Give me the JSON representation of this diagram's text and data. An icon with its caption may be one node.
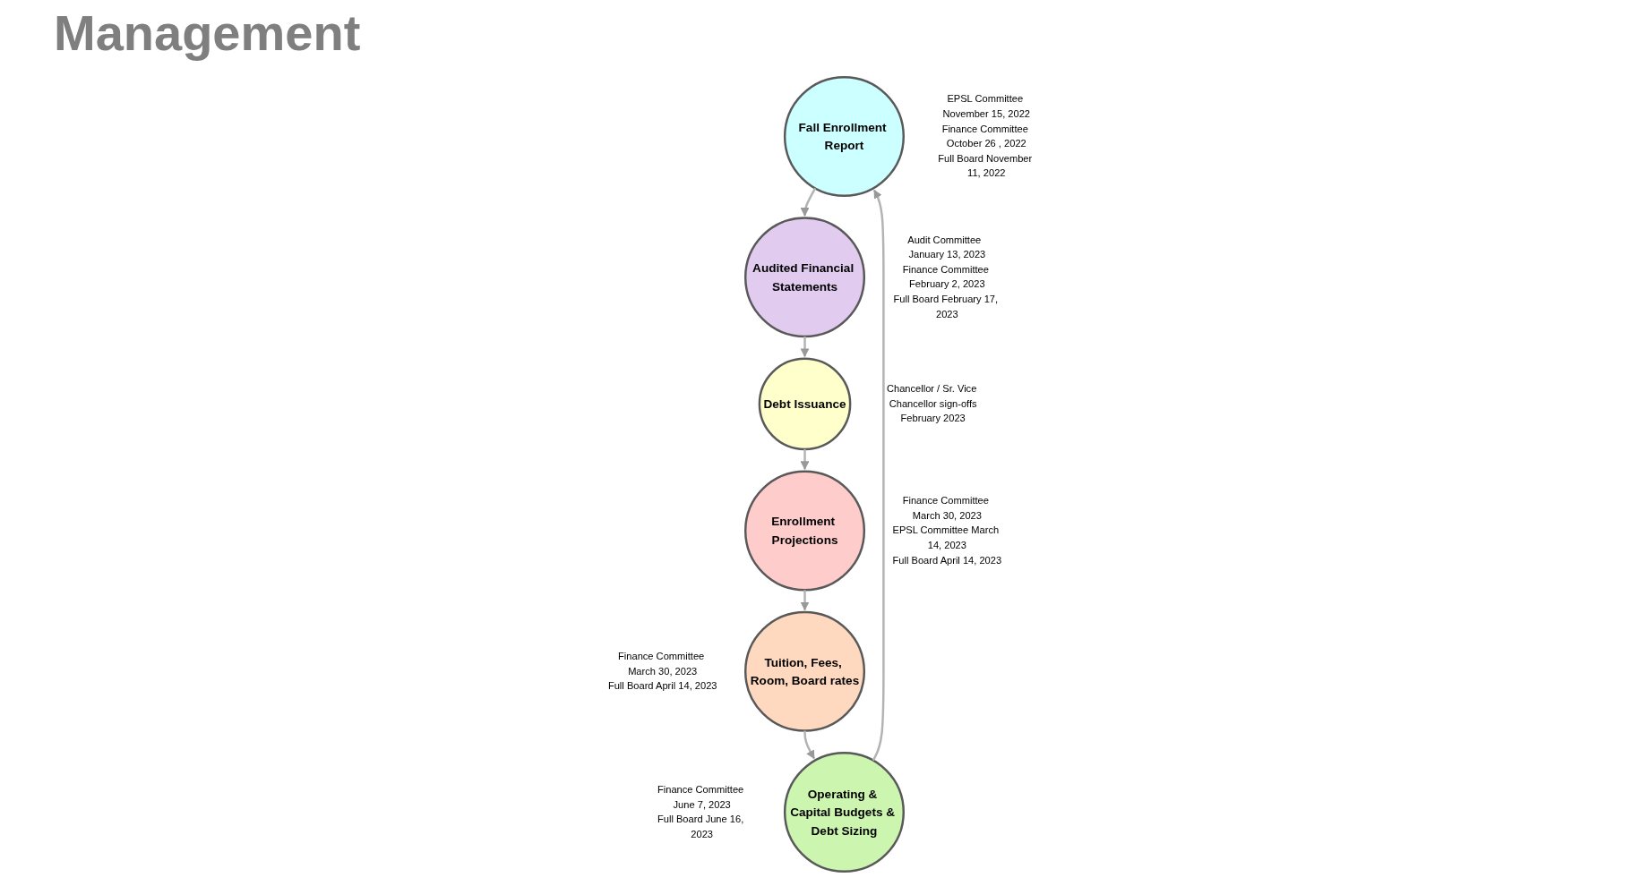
{
  "diagram": {
    "title": "Management",
    "nodes": [
      {
        "text": [
          "Fall Enrollment Report"
        ],
        "beside": [
          "EPSL Committee November 15, 2022",
          "Finance Committee October 26 , 2022",
          "Full Board November 11, 2022"
        ]
      },
      {
        "text": [
          "Audited Financial Statements"
        ],
        "beside": [
          "Audit Committee  January 13, 2023",
          "Finance Committee February 2, 2023",
          "Full Board February 17, 2023"
        ]
      },
      {
        "text": [
          "Debt Issuance"
        ],
        "beside": [
          "Chancellor / Sr. Vice Chancellor sign-offs",
          "February 2023"
        ]
      },
      {
        "text": [
          "Enrollment Projections"
        ],
        "beside": [
          "Finance Committee March 30, 2023",
          "EPSL Committee March 14, 2023",
          "Full Board April 14, 2023"
        ]
      },
      {
        "text": [
          "Tuition, Fees, Room, Board rates"
        ],
        "beside": [
          "Finance Committee March 30, 2023",
          "Full Board April 14, 2023"
        ]
      },
      {
        "text": [
          "Operating & Capital Budgets & Debt Sizing"
        ],
        "beside": [
          "Finance Committee June 7, 2023",
          "Full Board June 16, 2023"
        ]
      }
    ],
    "edges": [
      {
        "from": 0,
        "to": 1,
        "arrow": "to"
      },
      {
        "from": 1,
        "to": 2,
        "arrow": "to"
      },
      {
        "from": 2,
        "to": 3,
        "arrow": "to"
      },
      {
        "from": 3,
        "to": 4,
        "arrow": "to"
      },
      {
        "from": 4,
        "to": 5,
        "arrow": "to"
      },
      {
        "from": 5,
        "to": 0,
        "arrow": "to"
      }
    ]
  }
}
